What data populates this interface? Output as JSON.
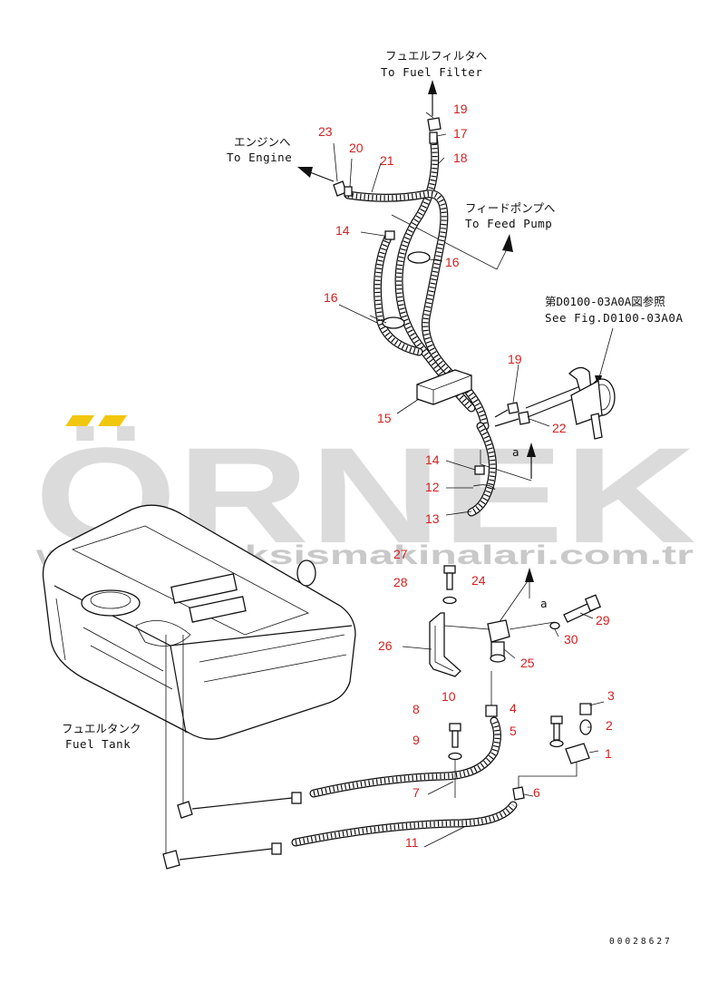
{
  "watermark": {
    "brand": "ÖRNEK",
    "url": "www.orneksismakinalari.com.tr",
    "color": "#c8c8c8",
    "accent": "#f1c70e"
  },
  "notes": {
    "fuel_filter_jp": "フュエルフィルタへ",
    "fuel_filter_en": "To Fuel Filter",
    "engine_jp": "エンジンへ",
    "engine_en": "To Engine",
    "feed_pump_jp": "フィードポンプへ",
    "feed_pump_en": "To Feed Pump",
    "see_fig_jp": "第D0100-03A0A図参照",
    "see_fig_en": "See Fig.D0100-03A0A",
    "fuel_tank_jp": "フュエルタンク",
    "fuel_tank_en": "Fuel Tank",
    "view_a_top": "a",
    "view_a_bottom": "a"
  },
  "callouts": {
    "p1": "1",
    "p2": "2",
    "p3": "3",
    "p4": "4",
    "p5": "5",
    "p6": "6",
    "p7": "7",
    "p8": "8",
    "p9": "9",
    "p10": "10",
    "p11": "11",
    "p12": "12",
    "p13": "13",
    "p14a": "14",
    "p14b": "14",
    "p15": "15",
    "p16a": "16",
    "p16b": "16",
    "p17": "17",
    "p18": "18",
    "p19a": "19",
    "p19b": "19",
    "p20": "20",
    "p21": "21",
    "p22": "22",
    "p23": "23",
    "p24": "24",
    "p25": "25",
    "p26": "26",
    "p27": "27",
    "p28": "28",
    "p29": "29",
    "p30": "30"
  },
  "sheet_number": "00028627",
  "colors": {
    "callout": "#d42020",
    "linework": "#111111"
  }
}
